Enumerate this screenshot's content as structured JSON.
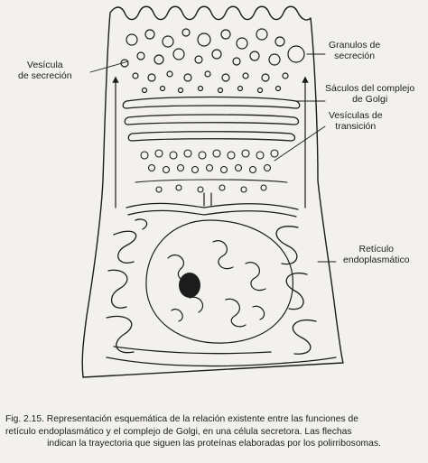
{
  "labels": {
    "vesicula": [
      "Vesícula",
      "de secreción"
    ],
    "granulos": [
      "Granulos de",
      "secreción"
    ],
    "saculos": [
      "Sáculos del complejo",
      "de Golgi"
    ],
    "vesiculas_transicion": [
      "Vesículas de",
      "transición"
    ],
    "reticulo": [
      "Retículo",
      "endoplasmático"
    ]
  },
  "caption": {
    "lines": [
      "Fig. 2.15.   Representación esquemática de la relación existente entre las funciones de",
      "retículo endoplasmático y el complejo de Golgi, en una célula secretora. Las flechas",
      "indican la trayectoria que siguen las proteínas elaboradas por los polirribosomas."
    ]
  },
  "colors": {
    "ink": "#1c1c1c",
    "paper": "#f3f1ee"
  }
}
